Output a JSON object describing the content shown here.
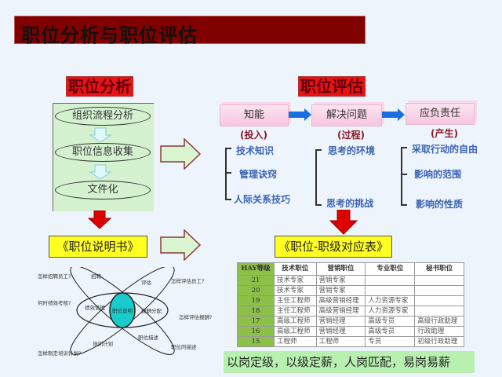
{
  "title": "职位分析与职位评估",
  "analysis": {
    "label": "职位分析",
    "steps": [
      "组织流程分析",
      "职位信息收集",
      "文件化"
    ],
    "output": "《职位说明书》"
  },
  "evaluation": {
    "label": "职位评估",
    "factors": [
      {
        "name": "知能",
        "stage": "(投入)",
        "items": [
          "技术知识",
          "管理诀窍",
          "人际关系技巧"
        ]
      },
      {
        "name": "解决问题",
        "stage": "(过程)",
        "items": [
          "思考的环境",
          "思考的挑战"
        ]
      },
      {
        "name": "应负责任",
        "stage": "(产生)",
        "items": [
          "采取行动的自由",
          "影响的范围",
          "影响的性质"
        ]
      }
    ],
    "output": "《职位-职级对应表》"
  },
  "atom": {
    "center": "职位说明",
    "inner": [
      "招聘",
      "评估",
      "绩效管理",
      "报酬分配",
      "培训计划",
      "职位描述"
    ],
    "outer": [
      "怎样招聘员工?",
      "怎样评估员工?",
      "何时绩效考核?",
      "怎样评估报酬?",
      "怎样制定培训计划?",
      "职位的描述"
    ]
  },
  "table": {
    "headers": [
      "HAY等级",
      "技术职位",
      "营销职位",
      "专业职位",
      "秘书职位"
    ],
    "rows": [
      [
        "21",
        "技术专家",
        "营销专家",
        "",
        ""
      ],
      [
        "20",
        "技术专家",
        "营销专家",
        "",
        ""
      ],
      [
        "19",
        "主任工程师",
        "高级营销经理",
        "人力资源专家",
        ""
      ],
      [
        "18",
        "主任工程师",
        "高级营销经理",
        "人力资源专家",
        ""
      ],
      [
        "17",
        "高级工程师",
        "营销经理",
        "高级专员",
        "高级行政助理"
      ],
      [
        "16",
        "高级工程师",
        "营销经理",
        "高级专员",
        "行政助理"
      ],
      [
        "15",
        "工程师",
        "工程师",
        "专员",
        "初级行政助理"
      ]
    ]
  },
  "banner": "以岗定级，以级定薪，人岗匹配，易岗易薪",
  "colors": {
    "title_bg": "#800000",
    "label_red": "#ee1111",
    "highlight_yellow": "#ffff22",
    "table_green": "#8cc048"
  }
}
